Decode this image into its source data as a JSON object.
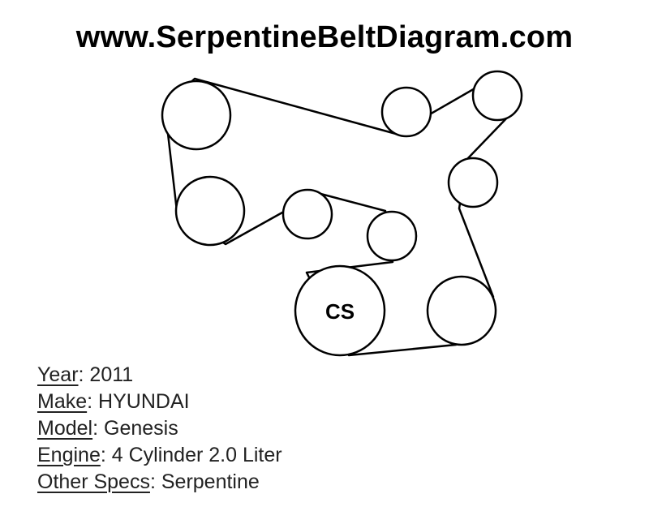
{
  "header": {
    "site_title": "www.SerpentineBeltDiagram.com"
  },
  "diagram": {
    "crank_label": "CS",
    "stroke_color": "#000000"
  },
  "specs": {
    "separator": ":",
    "rows": [
      {
        "key": "Year",
        "value": "2011"
      },
      {
        "key": "Make",
        "value": "HYUNDAI"
      },
      {
        "key": "Model",
        "value": "Genesis"
      },
      {
        "key": "Engine",
        "value": "4 Cylinder 2.0 Liter"
      },
      {
        "key": "Other Specs",
        "value": "Serpentine"
      }
    ]
  }
}
